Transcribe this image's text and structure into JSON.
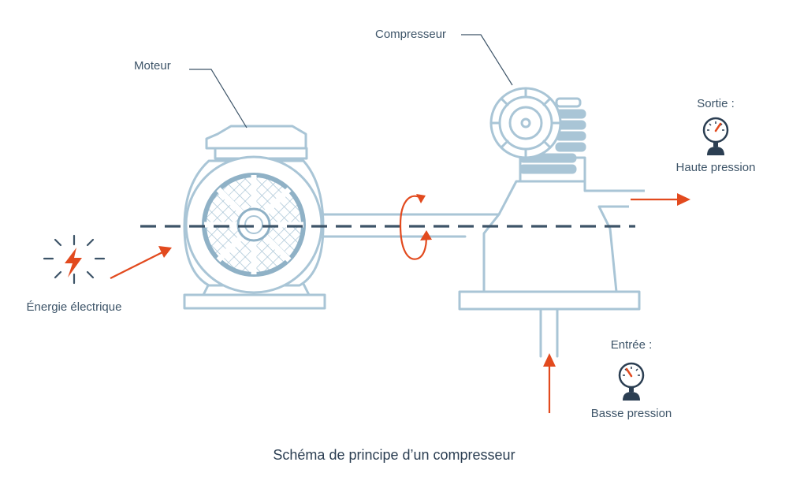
{
  "title": "Schéma de principe d’un compresseur",
  "labels": {
    "motor": "Moteur",
    "compressor": "Compresseur",
    "energy": "Énergie électrique",
    "outlet": "Sortie :",
    "outlet_pressure": "Haute pression",
    "inlet": "Entrée :",
    "inlet_pressure": "Basse pression"
  },
  "icons": {
    "energy": "lightning-icon",
    "outlet_gauge": "pressure-gauge-icon",
    "inlet_gauge": "pressure-gauge-icon",
    "rotation": "rotation-arrow-icon"
  },
  "colors": {
    "accent": "#e24a1e",
    "outline": "#a9c5d6",
    "shaft": "#3d5468",
    "text": "#3d5468",
    "gauge": "#2b3e52"
  }
}
